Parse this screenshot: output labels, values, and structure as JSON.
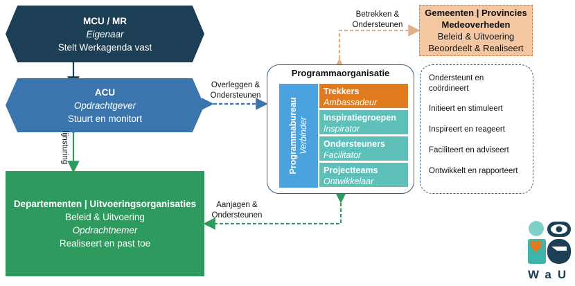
{
  "mcu": {
    "title": "MCU / MR",
    "role": "Eigenaar",
    "task": "Stelt Werkagenda vast"
  },
  "acu": {
    "title": "ACU",
    "role": "Opdrachtgever",
    "task": "Stuurt en monitort"
  },
  "departementen": {
    "title": "Departementen | Uitvoeringsorganisaties",
    "line1": "Beleid & Uitvoering",
    "role": "Opdrachtnemer",
    "task": "Realiseert en past toe"
  },
  "gemeenten": {
    "line1": "Gemeenten | Provincies",
    "line2": "Medeoverheden",
    "line3": "Beleid & Uitvoering",
    "line4": "Beoordeelt & Realiseert"
  },
  "programma": {
    "title": "Programmaorganisatie",
    "bureau": {
      "name": "Programmabureau",
      "role": "Verbinder"
    },
    "roles": [
      {
        "name": "Trekkers",
        "role": "Ambassadeur",
        "color": "#e07a1f"
      },
      {
        "name": "Inspiratiegroepen",
        "role": "Inspirator",
        "color": "#5ec0b8"
      },
      {
        "name": "Ondersteuners",
        "role": "Facilitator",
        "color": "#5ec0b8"
      },
      {
        "name": "Projectteams",
        "role": "Ontwikkelaar",
        "color": "#5ec0b8"
      }
    ]
  },
  "actions": [
    {
      "text": "Ondersteunt en"
    },
    {
      "text": "coördineert"
    },
    {
      "text": "Initieert en stimuleert"
    },
    {
      "text": "Inspireert en reageert"
    },
    {
      "text": "Faciliteert en adviseert"
    },
    {
      "text": "Ontwikkelt en rapporteert"
    }
  ],
  "connectors": {
    "betrekken_1": "Betrekken &",
    "betrekken_2": "Ondersteunen",
    "overleggen_1": "Overleggen &",
    "overleggen_2": "Ondersteunen",
    "aanjagen_1": "Aanjagen &",
    "aanjagen_2": "Ondersteunen",
    "lijnsturing": "lijnsturing"
  },
  "logo": {
    "text": "WaU"
  },
  "colors": {
    "dark": "#1c3f55",
    "mid": "#3a76ad",
    "green": "#2e9a5e",
    "orange": "#e07a1f",
    "teal": "#5ec0b8",
    "blue": "#4aa3df",
    "peach": "#f4c7a3"
  }
}
